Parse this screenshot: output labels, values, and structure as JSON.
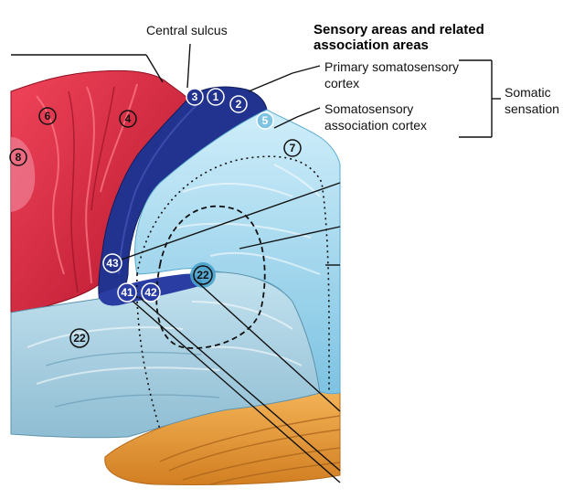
{
  "labels": {
    "central_sulcus": "Central sulcus",
    "header_line1": "Sensory areas and related",
    "header_line2": "association areas",
    "primary_line1": "Primary somatosensory",
    "primary_line2": "cortex",
    "assoc_line1": "Somatosensory",
    "assoc_line2": "association cortex",
    "somatic_line1": "Somatic",
    "somatic_line2": "sensation"
  },
  "areas": {
    "a3": "3",
    "a1": "1",
    "a2": "2",
    "a5": "5",
    "a7": "7",
    "a6": "6",
    "a4": "4",
    "a8": "8",
    "a43": "43",
    "a41": "41",
    "a42": "42",
    "a22_top": "22",
    "a22_bottom": "22"
  },
  "colors": {
    "motor_red": "#d8253a",
    "somatosensory_blue": "#22338f",
    "association_lightblue": "#8fd0ea",
    "temporal_blue": "#a9cfe0",
    "cerebellum_orange": "#e79a3c"
  }
}
